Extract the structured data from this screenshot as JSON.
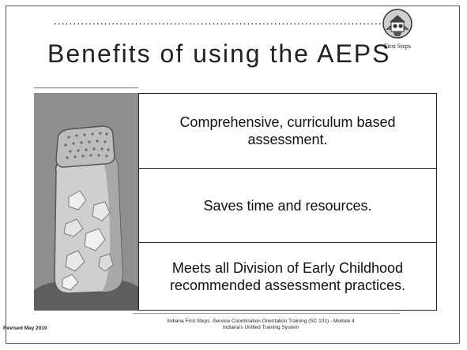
{
  "slide": {
    "dots": "............................................................................................",
    "title": "Benefits of using the AEPS",
    "logo_caption": "First Steps",
    "rows": [
      "Comprehensive, curriculum based assessment.",
      "Saves time and resources.",
      "Meets all Division of Early Childhood recommended assessment practices."
    ],
    "footer": {
      "revised": "Revised May 2010",
      "line1": "Indiana First Steps -Service Coordination Orientation Training  (SC 101)  - Module 4",
      "line2": "Indiana's Unified Training System"
    }
  },
  "colors": {
    "panel": "#8f8f8f",
    "jar_fill": "#d0d0d0",
    "jar_shadow": "#a8a8a8",
    "text": "#111111"
  },
  "icons": {
    "logo": "first-steps-logo-icon",
    "jar": "jar-illustration-icon"
  }
}
